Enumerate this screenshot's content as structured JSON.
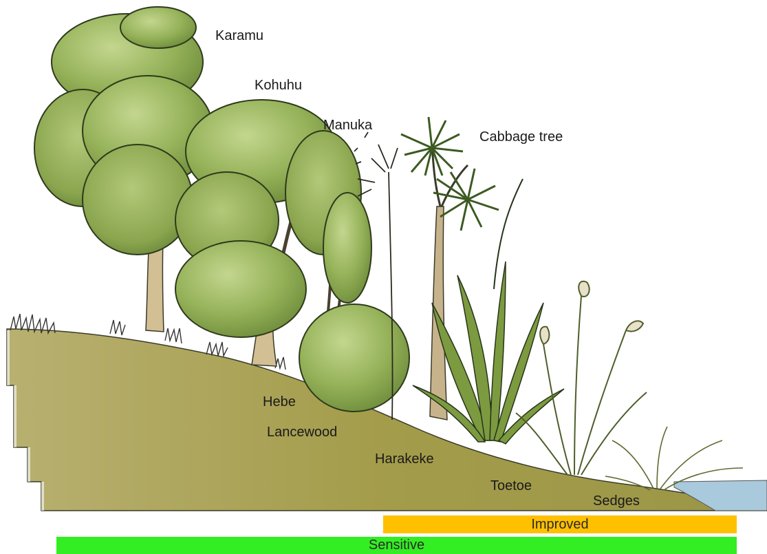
{
  "labels": {
    "karamu": "Karamu",
    "kohuhu": "Kohuhu",
    "manuka": "Manuka",
    "cabbage_tree": "Cabbage tree",
    "hebe": "Hebe",
    "lancewood": "Lancewood",
    "harakeke": "Harakeke",
    "toetoe": "Toetoe",
    "sedges": "Sedges"
  },
  "bands": {
    "improved": {
      "label": "Improved",
      "color": "#ffc000"
    },
    "sensitive": {
      "label": "Sensitive",
      "color": "#33ee22"
    }
  },
  "colors": {
    "ground": "#a6a04a",
    "ground_dark": "#8d8a3a",
    "foliage": "#8fae52",
    "foliage_light": "#b9cf84",
    "trunk": "#c8b48a",
    "water": "#a9c9dc"
  }
}
